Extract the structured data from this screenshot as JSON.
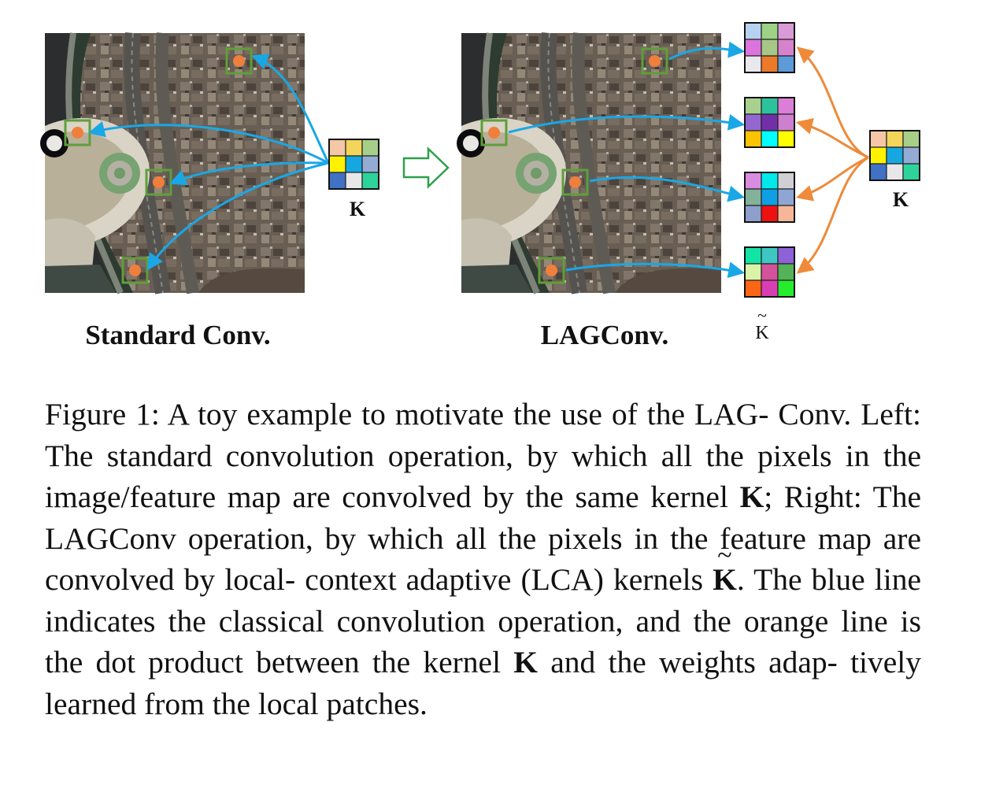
{
  "figure": {
    "left_label": "Standard Conv.",
    "right_label": "LAGConv.",
    "kernel_label": "K",
    "adaptive_kernel_label": "K",
    "tilde": "~",
    "colors": {
      "blue_line": "#1aa7e6",
      "orange_line": "#ee8a3a",
      "patch_box": "#5f9e3b",
      "patch_dot": "#f07f3c",
      "arrow_outline": "#2fa04a"
    },
    "kernel_K": [
      "#f5c7a6",
      "#f2d55a",
      "#a7cf88",
      "#fff200",
      "#17a7e0",
      "#93acd6",
      "#4071c4",
      "#e8e8ea",
      "#2dd39b"
    ],
    "lca_kernels": [
      [
        "#b6d2ef",
        "#9ed286",
        "#d99ad8",
        "#db74dd",
        "#a6c786",
        "#d782cc",
        "#e9e8ec",
        "#ed7a29",
        "#5a9bd8"
      ],
      [
        "#a8d18d",
        "#2cc39c",
        "#db7ed8",
        "#9467d0",
        "#7230a8",
        "#cf7fd0",
        "#fbc300",
        "#00ffff",
        "#ffff00"
      ],
      [
        "#d98ce0",
        "#00e8ea",
        "#d0d0d4",
        "#83b29a",
        "#0f9fe4",
        "#8fa6d4",
        "#8f9fcc",
        "#ee1111",
        "#f7b59a"
      ],
      [
        "#12e4a6",
        "#3ec6c3",
        "#8d62d8",
        "#d9f3a7",
        "#d3529a",
        "#54b356",
        "#fb6516",
        "#d83eb3",
        "#25ec2d"
      ]
    ]
  },
  "caption": {
    "line1": "Figure 1: A toy example to motivate the use of the LAG-",
    "line2": "Conv. Left: The standard convolution operation, by which",
    "line3": "all the pixels in the image/feature map are convolved by the",
    "line4_pre": "same kernel ",
    "line4_k": "K",
    "line4_post": "; Right: The LAGConv operation, by which",
    "line5": "all the pixels in the feature map are convolved by local-",
    "line6_pre": "context adaptive (LCA) kernels ",
    "line6_k": "K",
    "line6_tilde": "~",
    "line6_post": ". The blue line indicates",
    "line7": "the classical convolution operation, and the orange line is",
    "line8_pre": "the dot product between the kernel ",
    "line8_k": "K",
    "line8_post": " and the weights adap-",
    "line9": "tively learned from the local patches."
  }
}
